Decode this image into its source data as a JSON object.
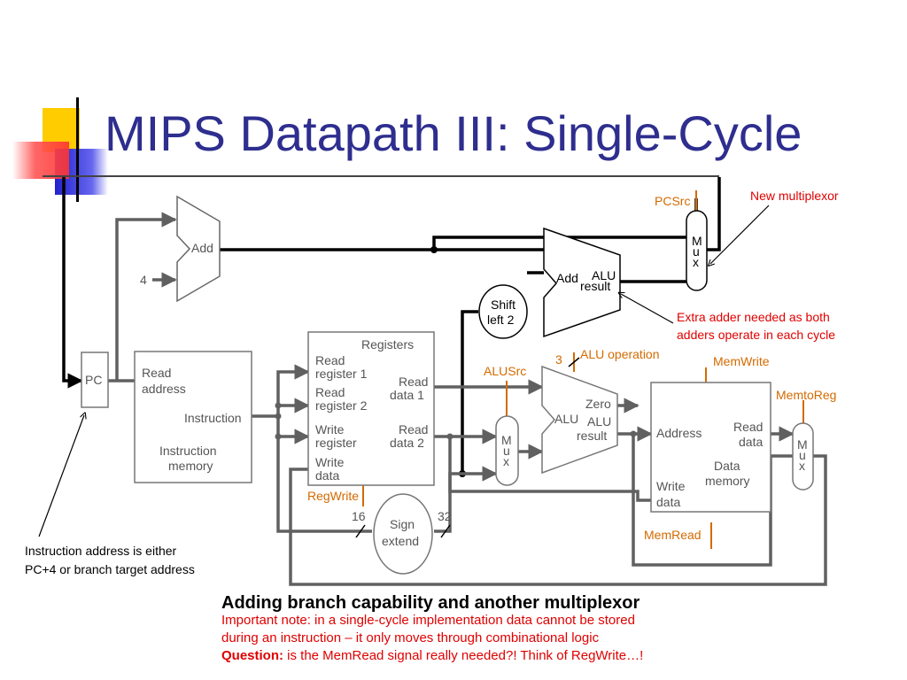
{
  "slide": {
    "title": "MIPS Datapath III: Single-Cycle",
    "caption": "Adding branch capability and another multiplexor",
    "note_line1": "Important note: in a single-cycle implementation data cannot be stored",
    "note_line2": "during an instruction – it only moves through combinational logic",
    "question_label": "Question:",
    "question_text": " is the MemRead signal really needed?! Think of RegWrite…!"
  },
  "annotations": {
    "new_mux": "New multiplexor",
    "extra_adder_1": "Extra adder needed as both",
    "extra_adder_2": "adders operate in each cycle",
    "instr_addr_1": "Instruction address is either",
    "instr_addr_2": "PC+4 or branch target address"
  },
  "diagram": {
    "pc": "PC",
    "add": "Add",
    "four": "4",
    "imem_read_1": "Read",
    "imem_read_2": "address",
    "imem_instruction": "Instruction",
    "imem_name_1": "Instruction",
    "imem_name_2": "memory",
    "registers": "Registers",
    "rr1_a": "Read",
    "rr1_b": "register 1",
    "rr2_a": "Read",
    "rr2_b": "register 2",
    "wr_a": "Write",
    "wr_b": "register",
    "wd_a": "Write",
    "wd_b": "data",
    "rd1_a": "Read",
    "rd1_b": "data 1",
    "rd2_a": "Read",
    "rd2_b": "data 2",
    "shift_a": "Shift",
    "shift_b": "left 2",
    "add2": "Add",
    "alu_label": "ALU",
    "result": "result",
    "sign_a": "Sign",
    "sign_b": "extend",
    "bits16": "16",
    "bits32": "32",
    "mux_m": "M",
    "mux_u": "u",
    "mux_x": "x",
    "alu": "ALU",
    "zero": "Zero",
    "alu_result_a": "ALU",
    "alu_result_b": "result",
    "address": "Address",
    "dmem_read_a": "Read",
    "dmem_read_b": "data",
    "dmem_name_a": "Data",
    "dmem_name_b": "memory",
    "dmem_write_a": "Write",
    "dmem_write_b": "data",
    "three": "3"
  },
  "signals": {
    "pcsrc": "PCSrc",
    "alu_operation": "ALU operation",
    "alusrc": "ALUSrc",
    "memwrite": "MemWrite",
    "memtoreg": "MemtoReg",
    "memread": "MemRead",
    "regwrite": "RegWrite"
  },
  "colors": {
    "title": "#2e2e8f",
    "control_signals": "#d46a00",
    "annotations": "#e00000"
  }
}
